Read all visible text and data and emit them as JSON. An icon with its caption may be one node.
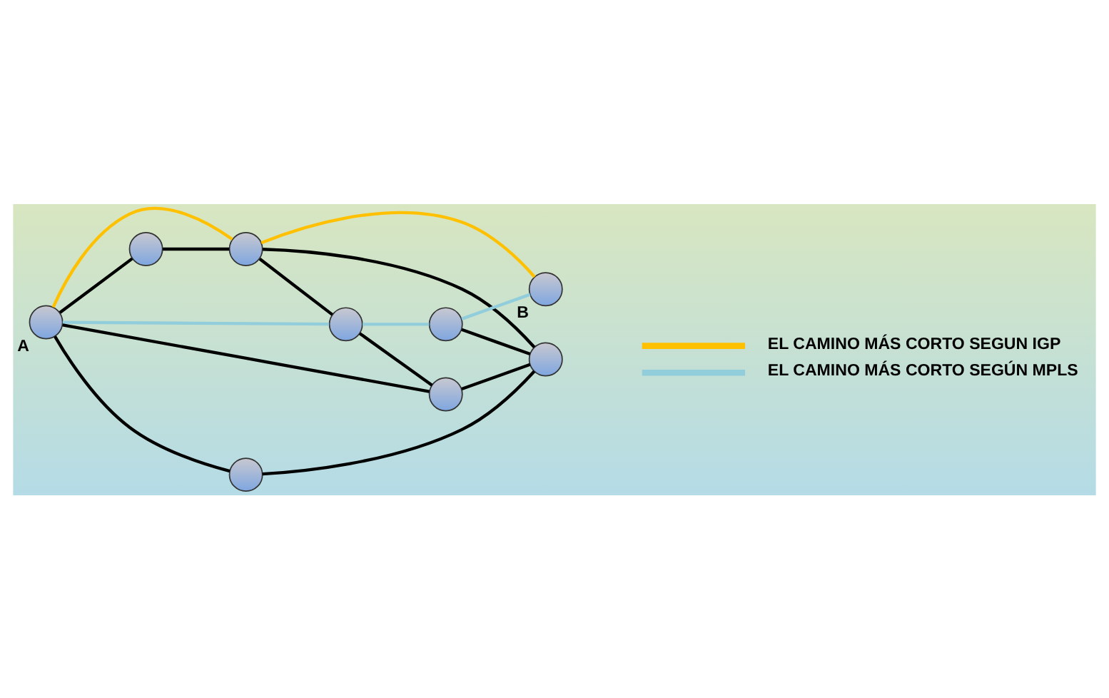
{
  "diagram": {
    "nodes": [
      {
        "text": [],
        "shape": "circle"
      },
      {
        "text": [],
        "shape": "circle"
      },
      {
        "text": [],
        "shape": "circle",
        "beside": [
          "B"
        ]
      },
      {
        "text": [],
        "shape": "circle",
        "beside": [
          "A"
        ]
      },
      {
        "text": [],
        "shape": "circle"
      },
      {
        "text": [],
        "shape": "circle"
      },
      {
        "text": [],
        "shape": "circle"
      },
      {
        "text": [],
        "shape": "circle"
      },
      {
        "text": [],
        "shape": "circle"
      }
    ],
    "edges": [
      {
        "from": 0,
        "to": 1,
        "arrow": "none"
      },
      {
        "from": 3,
        "to": 0,
        "arrow": "none"
      },
      {
        "from": 3,
        "to": 1,
        "arrow": "none",
        "color": "#ffc000"
      },
      {
        "from": 1,
        "to": 2,
        "arrow": "none",
        "color": "#ffc000"
      },
      {
        "from": 1,
        "to": 4,
        "arrow": "none"
      },
      {
        "from": 1,
        "to": 8,
        "arrow": "none"
      },
      {
        "from": 3,
        "to": 4,
        "arrow": "none",
        "color": "#92cddc"
      },
      {
        "from": 4,
        "to": 6,
        "arrow": "none",
        "color": "#92cddc"
      },
      {
        "from": 6,
        "to": 2,
        "arrow": "none",
        "color": "#92cddc"
      },
      {
        "from": 4,
        "to": 5,
        "arrow": "none"
      },
      {
        "from": 3,
        "to": 5,
        "arrow": "none"
      },
      {
        "from": 3,
        "to": 7,
        "arrow": "none"
      },
      {
        "from": 5,
        "to": 8,
        "arrow": "none"
      },
      {
        "from": 7,
        "to": 8,
        "arrow": "none"
      },
      {
        "from": 6,
        "to": 8,
        "arrow": "none"
      }
    ],
    "legend": [
      {
        "text": "EL CAMINO MÁS CORTO SEGUN IGP",
        "color": "#ffc000"
      },
      {
        "text": "EL CAMINO MÁS CORTO SEGÚN MPLS",
        "color": "#92cddc"
      }
    ]
  }
}
